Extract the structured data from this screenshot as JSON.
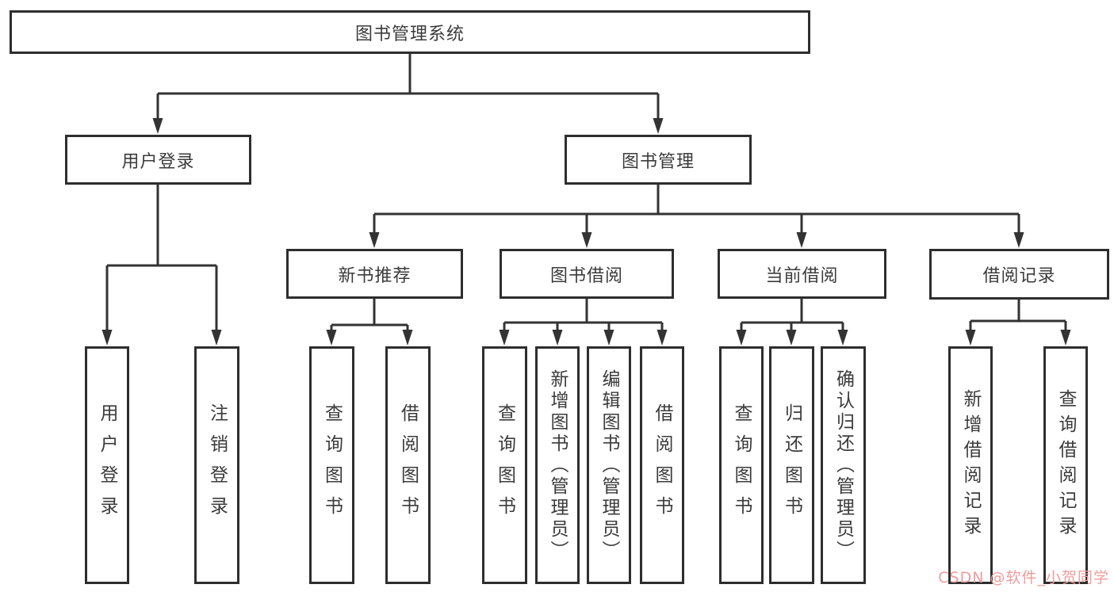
{
  "diagram": {
    "title_node": {
      "label": "图书管理系统"
    },
    "level2": [
      {
        "label": "用户登录"
      },
      {
        "label": "图书管理"
      }
    ],
    "level3": [
      {
        "label": "新书推荐",
        "parent": "图书管理"
      },
      {
        "label": "图书借阅",
        "parent": "图书管理"
      },
      {
        "label": "当前借阅",
        "parent": "图书管理"
      },
      {
        "label": "借阅记录",
        "parent": "图书管理"
      }
    ],
    "leaves": [
      {
        "label": "用户登录",
        "parent": "用户登录"
      },
      {
        "label": "注销登录",
        "parent": "用户登录"
      },
      {
        "label": "查询图书",
        "parent": "新书推荐"
      },
      {
        "label": "借阅图书",
        "parent": "新书推荐"
      },
      {
        "label": "查询图书",
        "parent": "图书借阅"
      },
      {
        "label": "新增图书（管理员）",
        "parent": "图书借阅"
      },
      {
        "label": "编辑图书（管理员）",
        "parent": "图书借阅"
      },
      {
        "label": "借阅图书",
        "parent": "图书借阅"
      },
      {
        "label": "查询图书",
        "parent": "当前借阅"
      },
      {
        "label": "归还图书",
        "parent": "当前借阅"
      },
      {
        "label": "确认归还（管理员）",
        "parent": "当前借阅"
      },
      {
        "label": "新增借阅记录",
        "parent": "借阅记录"
      },
      {
        "label": "查询借阅记录",
        "parent": "借阅记录"
      }
    ]
  },
  "colors": {
    "line": "#333333",
    "box_border": "#2e2e2e",
    "text": "#3b3b3b",
    "watermark": "#f09c9c",
    "background": "#ffffff"
  },
  "watermark": {
    "text": "CSDN @软件_小贺同学"
  }
}
